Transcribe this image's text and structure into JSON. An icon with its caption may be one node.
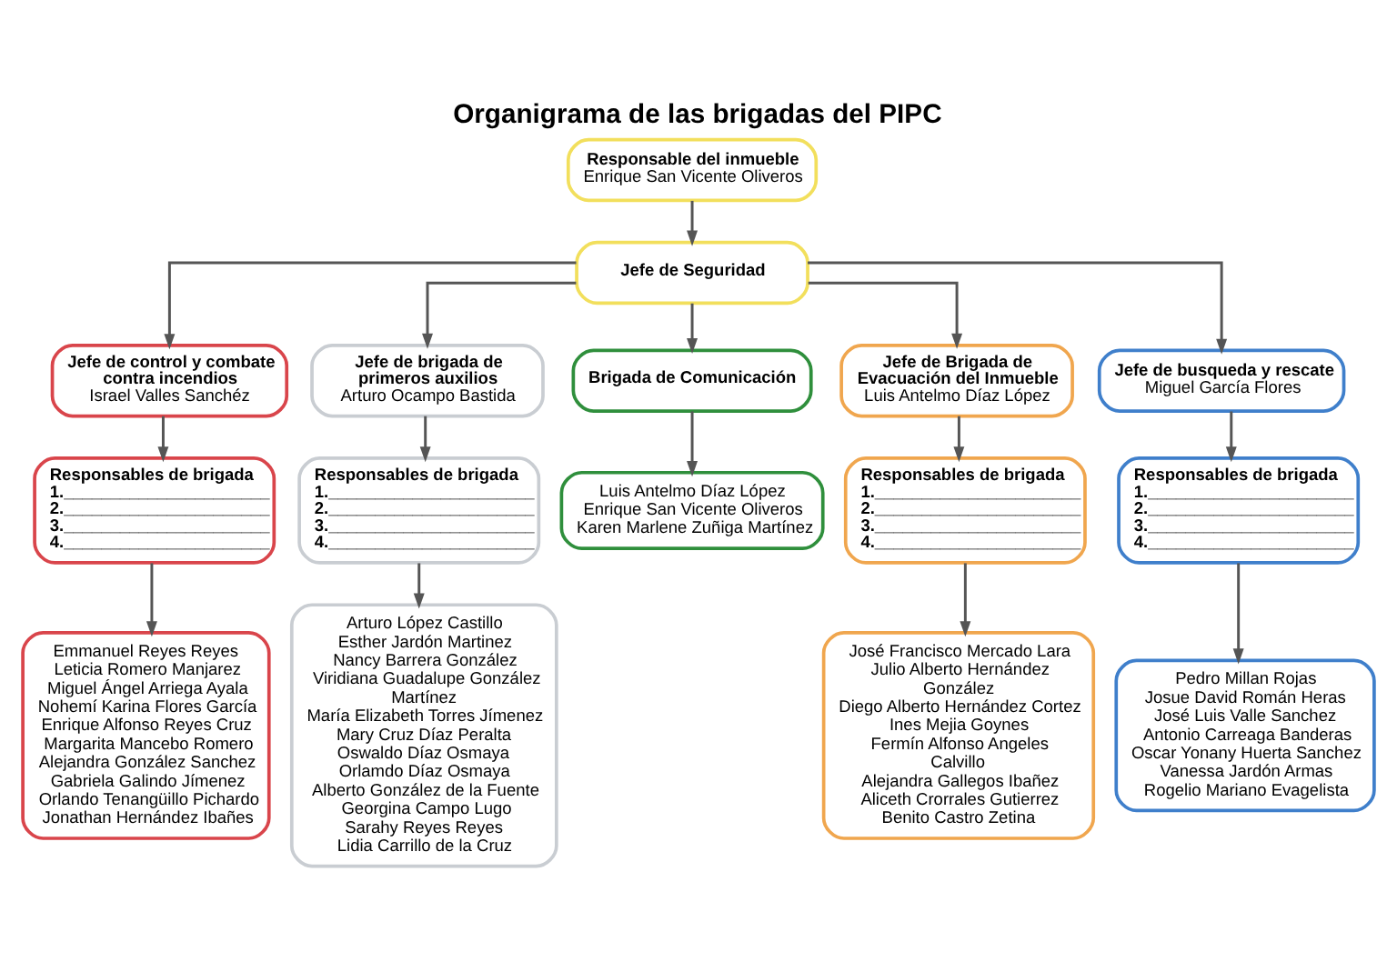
{
  "diagram": {
    "title": "Organigrama de las brigadas del PIPC",
    "nodes": [
      {
        "text": [
          "Responsable del inmueble",
          "Enrique San Vicente Oliveros"
        ]
      },
      {
        "text": [
          "Jefe de Seguridad"
        ]
      },
      {
        "text": [
          "Jefe de control y combate contra incendios",
          "Israel Valles Sanchéz"
        ]
      },
      {
        "text": [
          "Jefe de brigada de primeros auxilios",
          "Arturo Ocampo Bastida"
        ]
      },
      {
        "text": [
          "Brigada de Comunicación"
        ]
      },
      {
        "text": [
          "Jefe de Brigada de Evacuación del Inmueble",
          "Luis Antelmo Díaz López"
        ]
      },
      {
        "text": [
          "Jefe de busqueda y rescate",
          "Miguel García Flores"
        ]
      },
      {
        "text": [
          "Responsables de brigada",
          "1.______________________",
          "2.______________________",
          "3.______________________",
          "4.______________________"
        ]
      },
      {
        "text": [
          "Responsables de brigada",
          "1.______________________",
          "2.______________________",
          "3.______________________",
          "4.______________________"
        ]
      },
      {
        "text": [
          "Luis Antelmo Díaz López",
          "Enrique San Vicente Oliveros",
          "Karen Marlene Zuñiga Martínez"
        ]
      },
      {
        "text": [
          "Responsables de brigada",
          "1.______________________",
          "2.______________________",
          "3.______________________",
          "4.______________________"
        ]
      },
      {
        "text": [
          "Responsables de brigada",
          "1.______________________",
          "2.______________________",
          "3.______________________",
          "4.______________________"
        ]
      },
      {
        "text": [
          "Emmanuel Reyes Reyes",
          "Leticia Romero Manjarez",
          "Miguel Ángel Arriega Ayala",
          "Nohemí Karina Flores García",
          "Enrique Alfonso Reyes Cruz",
          "Margarita Mancebo Romero",
          "Alejandra González Sanchez",
          "Gabriela Galindo Jímenez",
          "Orlando Tenangüillo Pichardo",
          "Jonathan Hernández Ibañes"
        ]
      },
      {
        "text": [
          "Arturo López Castillo",
          "Esther Jardón Martinez",
          "Nancy Barrera González",
          "Viridiana Guadalupe González Martínez",
          "María Elizabeth Torres Jímenez",
          "Mary Cruz Díaz Peralta",
          "Oswaldo Díaz Osmaya",
          "Orlamdo Díaz Osmaya",
          "Alberto González de la Fuente",
          "Georgina Campo Lugo",
          "Sarahy Reyes Reyes",
          "Lidia Carrillo de la Cruz"
        ]
      },
      {
        "text": [
          "José Francisco Mercado Lara",
          "Julio Alberto Hernández González",
          "Diego Alberto Hernández Cortez",
          "Ines Mejia Goynes",
          "Fermín Alfonso Angeles Calvillo",
          "Alejandra Gallegos Ibañez",
          "Aliceth Crorrales Gutierrez",
          "Benito Castro Zetina"
        ]
      },
      {
        "text": [
          "Pedro Millan Rojas",
          "Josue David Román Heras",
          "José Luis Valle Sanchez",
          "Antonio Carreaga Banderas",
          "Oscar Yonany Huerta Sanchez",
          "Vanessa Jardón Armas",
          "Rogelio Mariano Evagelista"
        ]
      }
    ],
    "edges": [
      {
        "from": 0,
        "to": 1,
        "arrow": "to"
      },
      {
        "from": 1,
        "to": 2,
        "arrow": "to"
      },
      {
        "from": 1,
        "to": 3,
        "arrow": "to"
      },
      {
        "from": 1,
        "to": 4,
        "arrow": "to"
      },
      {
        "from": 1,
        "to": 5,
        "arrow": "to"
      },
      {
        "from": 1,
        "to": 6,
        "arrow": "to"
      },
      {
        "from": 2,
        "to": 7,
        "arrow": "to"
      },
      {
        "from": 3,
        "to": 8,
        "arrow": "to"
      },
      {
        "from": 4,
        "to": 9,
        "arrow": "to"
      },
      {
        "from": 5,
        "to": 10,
        "arrow": "to"
      },
      {
        "from": 6,
        "to": 11,
        "arrow": "to"
      },
      {
        "from": 7,
        "to": 12,
        "arrow": "to"
      },
      {
        "from": 8,
        "to": 13,
        "arrow": "to"
      },
      {
        "from": 10,
        "to": 14,
        "arrow": "to"
      },
      {
        "from": 11,
        "to": 15,
        "arrow": "to"
      }
    ]
  }
}
